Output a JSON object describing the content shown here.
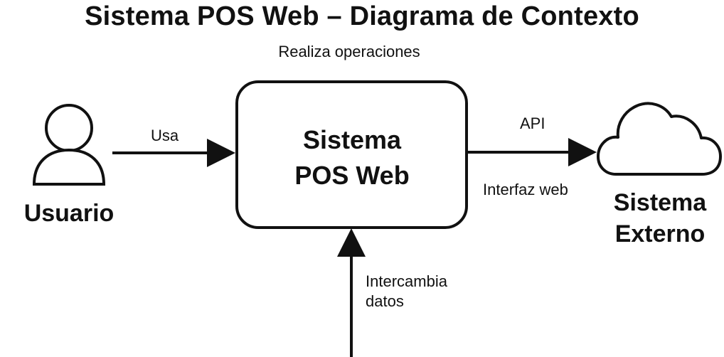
{
  "title": "Sistema POS Web – Diagrama de Contexto",
  "nodes": {
    "user": {
      "label": "Usuario",
      "icon": "user-icon"
    },
    "system": {
      "label_line1": "Sistema",
      "label_line2": "POS Web"
    },
    "external": {
      "label_line1": "Sistema",
      "label_line2": "Externo",
      "icon": "cloud-icon"
    }
  },
  "edges": {
    "top_label": "Realiza operaciones",
    "user_to_system": "Usa",
    "system_to_external_top": "API",
    "system_to_external_bottom": "Interfaz web",
    "bottom_to_system_line1": "Intercambia",
    "bottom_to_system_line2": "datos"
  },
  "colors": {
    "stroke": "#111111",
    "background": "#ffffff"
  }
}
